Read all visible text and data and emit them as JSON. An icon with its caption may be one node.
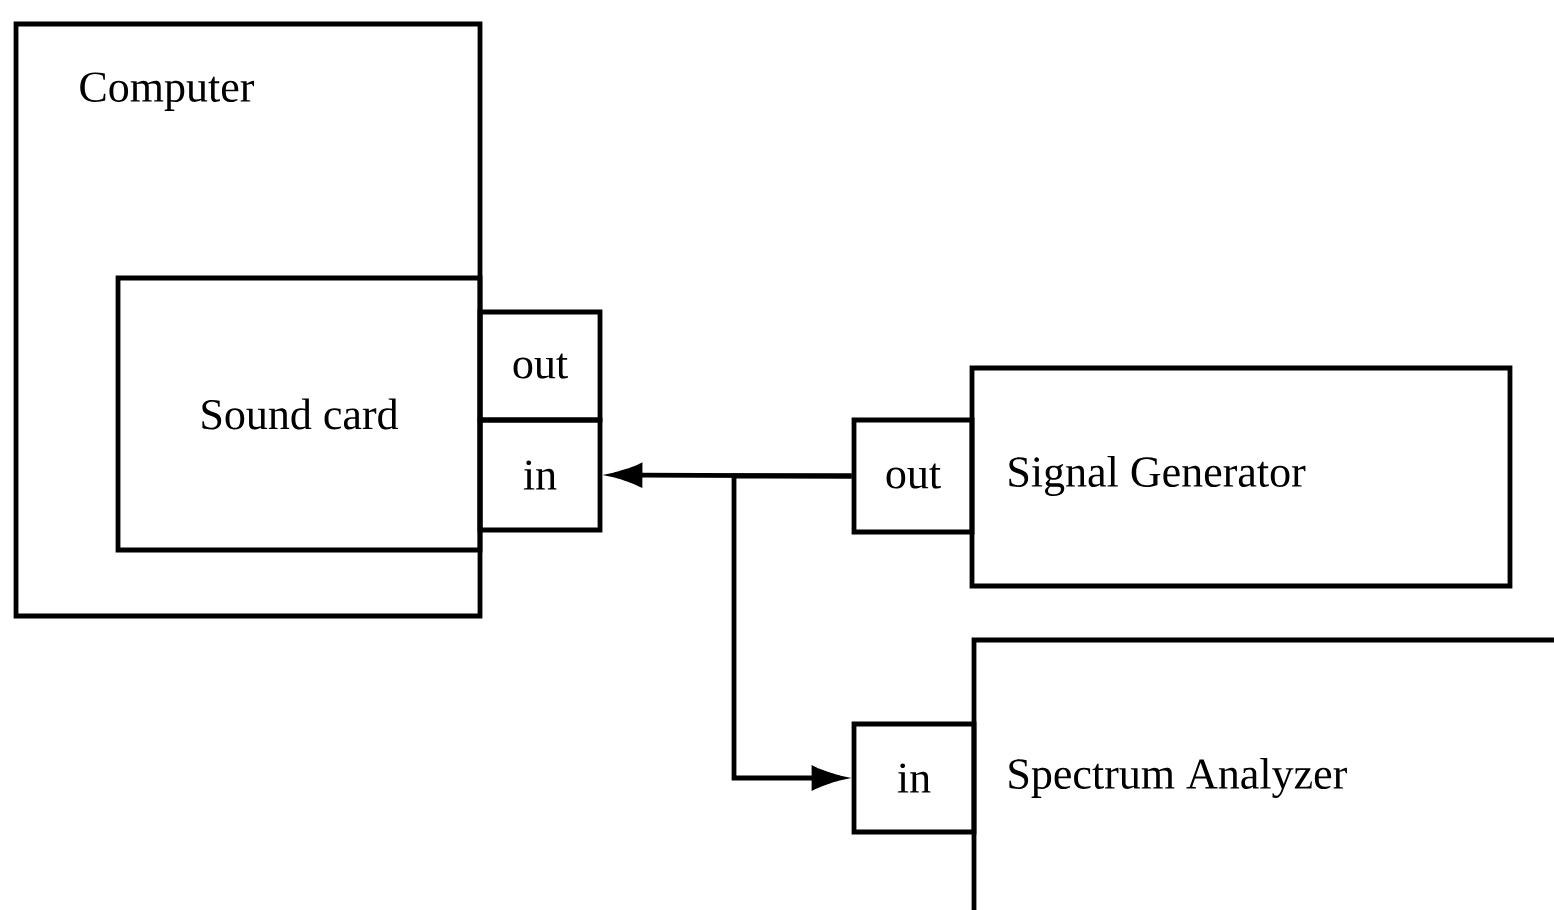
{
  "diagram": {
    "nodes": [
      {
        "text": [
          "Computer"
        ]
      },
      {
        "text": [
          "Sound card"
        ],
        "in": 0
      },
      {
        "text": [
          "out"
        ]
      },
      {
        "text": [
          "in"
        ]
      },
      {
        "text": [
          "Signal Generator"
        ]
      },
      {
        "text": [
          "out"
        ]
      },
      {
        "text": [
          "Spectrum Analyzer"
        ]
      },
      {
        "text": [
          "in"
        ]
      }
    ],
    "edges": [
      {
        "from": 5,
        "to": 3,
        "arrow": "to"
      },
      {
        "from": 5,
        "to": 7,
        "arrow": "to"
      }
    ]
  }
}
